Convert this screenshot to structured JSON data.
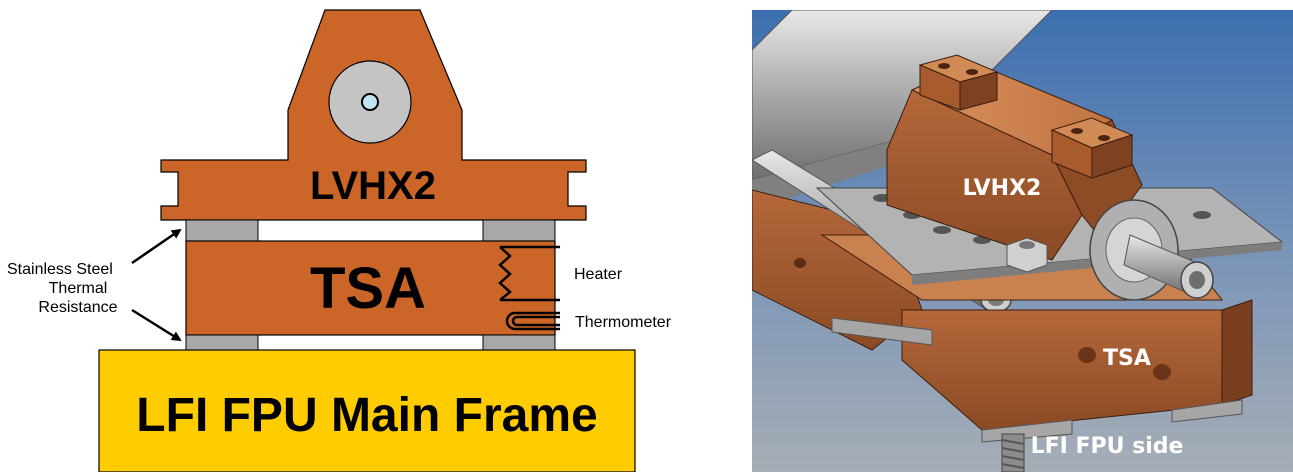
{
  "left_diagram": {
    "heat_exchanger_label": "LVHX2",
    "tsa_label": "TSA",
    "frame_label": "LFI FPU Main Frame",
    "thermal_resistance_label": [
      "Stainless Steel",
      "Thermal",
      "Resistance"
    ],
    "heater_label": "Heater",
    "thermometer_label": "Thermometer",
    "colors": {
      "copper": "#cc6528",
      "steel": "#a8a8a8",
      "frame": "#ffcc00",
      "outline": "#000000"
    }
  },
  "right_render": {
    "heat_exchanger_label": "LVHX2",
    "tsa_label": "TSA",
    "side_label": "LFI FPU side",
    "colors": {
      "copper": "#b8652f",
      "steel": "#a6a6a6",
      "sky_top": "#3c6fb0",
      "sky_bottom": "#9aa6b4"
    }
  }
}
